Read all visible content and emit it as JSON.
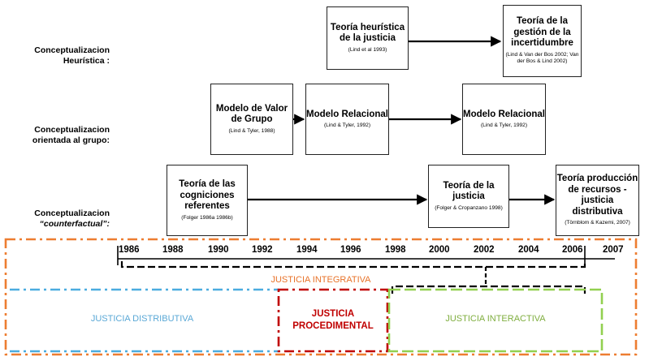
{
  "rows": {
    "heuristica": [
      "Conceptualizacion",
      "Heurística :"
    ],
    "grupo": [
      "Conceptualizacion",
      "orientada al grupo:"
    ],
    "counterfactual_a": "Conceptualizacion",
    "counterfactual_b": "“counterfactual”:"
  },
  "boxes": {
    "b1": {
      "title": "Teoría heurística de la justicia",
      "cite": "(Lind et al 1993)"
    },
    "b2": {
      "title": "Teoría de la gestión de la incertidumbre",
      "cite": "(Lind & Van der Bos 2002; Van der Bos & Lind 2002)"
    },
    "b3": {
      "title": "Modelo de Valor de Grupo",
      "cite": "(Lind & Tyler, 1988)"
    },
    "b4": {
      "title": "Modelo Relacional",
      "cite": "(Lind & Tyler, 1992)"
    },
    "b5": {
      "title": "Modelo Relacional",
      "cite": "(Lind & Tyler, 1992)"
    },
    "b6": {
      "title": "Teoría de las cogniciones referentes",
      "cite": "(Folger 1986a 1986b)"
    },
    "b7": {
      "title": "Teoría de la justicia",
      "cite": "(Folger & Cropanzano 1998)"
    },
    "b8": {
      "title": "Teoría producción de recursos - justicia distributiva",
      "cite": "(Törnblom & Kazemi, 2007)"
    }
  },
  "years": [
    "1986",
    "1988",
    "1990",
    "1992",
    "1994",
    "1996",
    "1998",
    "2000",
    "2002",
    "2004",
    "2006",
    "2007"
  ],
  "zones": {
    "integrativa": "JUSTICIA INTEGRATIVA",
    "distributiva": "JUSTICIA DISTRIBUTIVA",
    "procedimental_1": "JUSTICIA",
    "procedimental_2": "PROCEDIMENTAL",
    "interactiva": "JUSTICIA INTERACTIVA"
  },
  "colors": {
    "orange": "#ed7d31",
    "blue": "#4bacdf",
    "red": "#c00000",
    "green": "#92d050",
    "label_orange": "#e8732a",
    "label_blue": "#5aa8d6",
    "label_red": "#c00000",
    "label_green": "#7fae3f"
  }
}
